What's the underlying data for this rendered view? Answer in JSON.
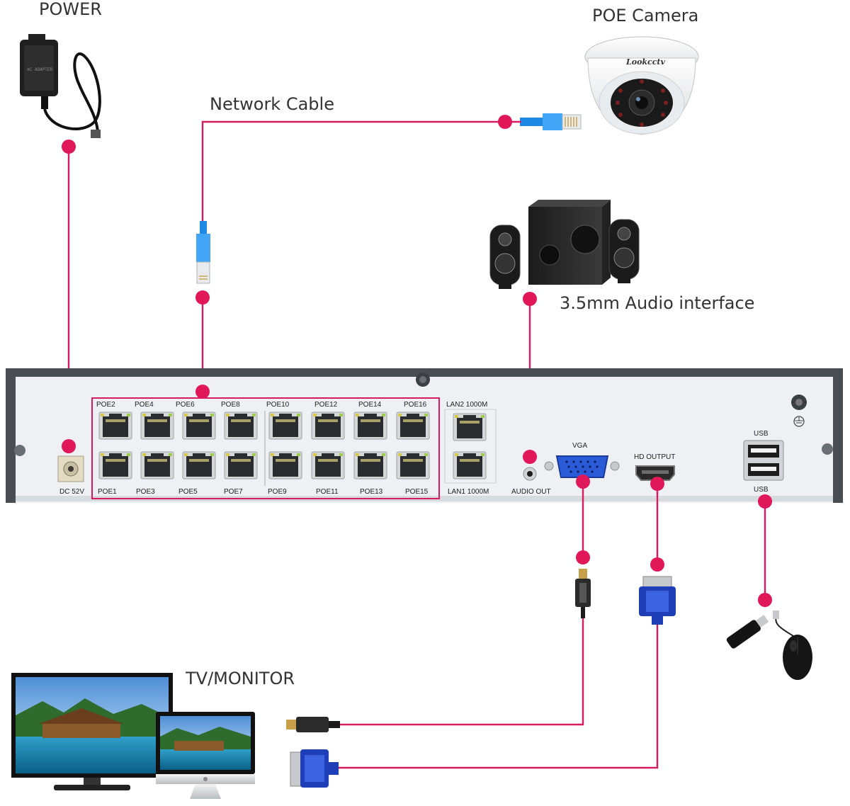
{
  "labels": {
    "power": "POWER",
    "poe_camera": "POE Camera",
    "network_cable": "Network Cable",
    "audio_interface": "3.5mm Audio interface",
    "tv_monitor": "TV/MONITOR"
  },
  "camera_brand": "Lookcctv",
  "adapter_text": "AC ADAPTER",
  "nvr": {
    "dc_label": "DC 52V",
    "top_ports": [
      "POE2",
      "POE4",
      "POE6",
      "POE8",
      "POE10",
      "POE12",
      "POE14",
      "POE16"
    ],
    "bottom_ports": [
      "POE1",
      "POE3",
      "POE5",
      "POE7",
      "POE9",
      "POE11",
      "POE13",
      "POE15"
    ],
    "lan2": "LAN2 1000M",
    "lan1": "LAN1 1000M",
    "audio_out": "AUDIO OUT",
    "vga": "VGA",
    "hd_output": "HD OUTPUT",
    "usb_top": "USB",
    "usb_bottom": "USB"
  },
  "colors": {
    "wire": "#d81b60",
    "dot": "#e0185a",
    "panel": "#eef0f3",
    "frame": "#4a4e54",
    "cable_blue": "#1e88e5",
    "vga_blue": "#1e3fb8"
  }
}
